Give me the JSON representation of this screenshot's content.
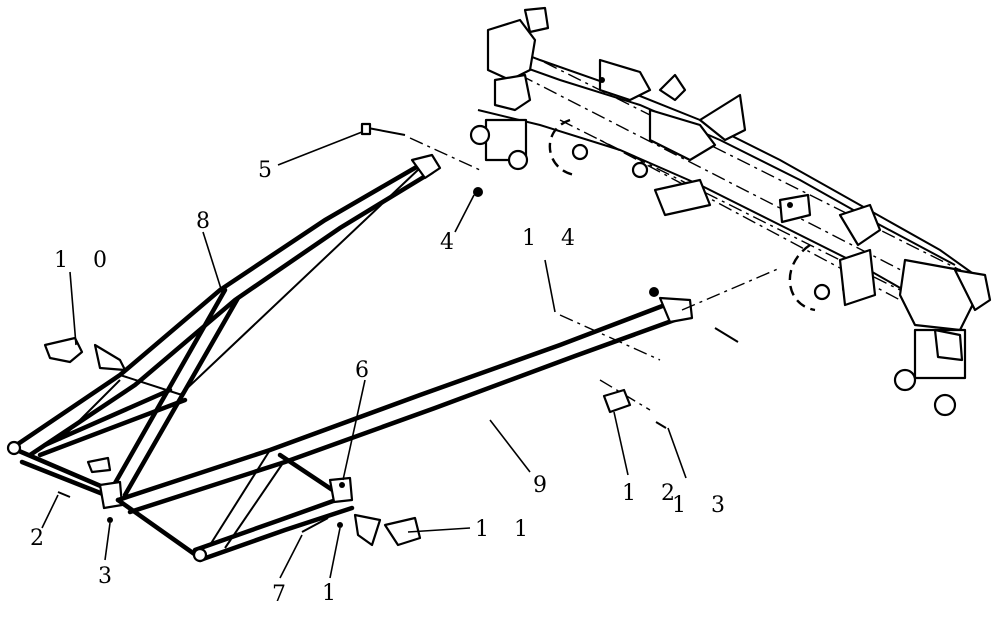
{
  "callouts": [
    {
      "id": "1",
      "label": "1"
    },
    {
      "id": "2",
      "label": "2"
    },
    {
      "id": "3",
      "label": "3"
    },
    {
      "id": "4",
      "label": "4"
    },
    {
      "id": "5",
      "label": "5"
    },
    {
      "id": "6",
      "label": "6"
    },
    {
      "id": "7",
      "label": "7"
    },
    {
      "id": "8",
      "label": "8"
    },
    {
      "id": "9",
      "label": "9"
    },
    {
      "id": "10",
      "label": "1 0"
    },
    {
      "id": "11",
      "label": "1 1"
    },
    {
      "id": "12",
      "label": "1 2"
    },
    {
      "id": "13",
      "label": "1 3"
    },
    {
      "id": "14",
      "label": "1 4"
    }
  ]
}
